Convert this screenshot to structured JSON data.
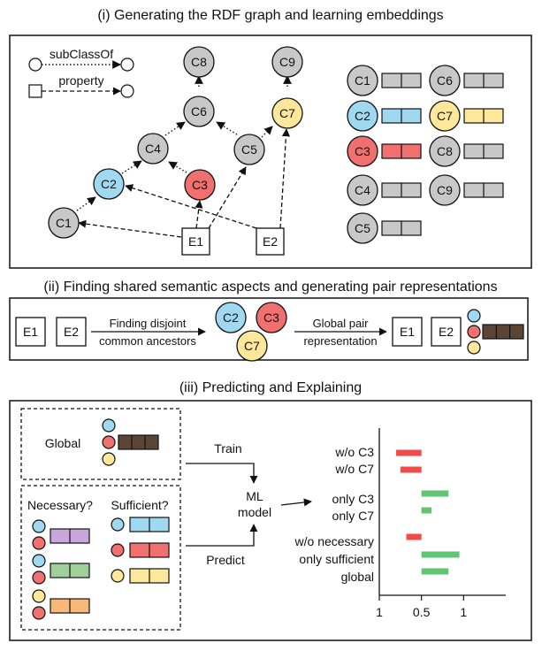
{
  "section1": {
    "title": "(i) Generating the RDF graph and learning embeddings",
    "legend": {
      "subclass_label": "subClassOf",
      "property_label": "property"
    },
    "nodes": {
      "c1": "C1",
      "c2": "C2",
      "c3": "C3",
      "c4": "C4",
      "c5": "C5",
      "c6": "C6",
      "c7": "C7",
      "c8": "C8",
      "c9": "C9",
      "e1": "E1",
      "e2": "E2"
    },
    "embedding_labels": [
      "C1",
      "C6",
      "C2",
      "C7",
      "C3",
      "C8",
      "C4",
      "C9",
      "C5"
    ]
  },
  "section2": {
    "title": "(ii) Finding shared semantic aspects and generating pair representations",
    "e1": "E1",
    "e2": "E2",
    "step1_line1": "Finding disjoint",
    "step1_line2": "common ancestors",
    "ancestors": [
      "C2",
      "C3",
      "C7"
    ],
    "step2_line1": "Global pair",
    "step2_line2": "representation",
    "e1_out": "E1",
    "e2_out": "E2"
  },
  "section3": {
    "title": "(iii) Predicting and Explaining",
    "global_label": "Global",
    "necessary_label": "Necessary?",
    "sufficient_label": "Sufficient?",
    "train_label": "Train",
    "predict_label": "Predict",
    "model_line1": "ML",
    "model_line2": "model",
    "bar_labels": [
      "w/o C3",
      "w/o C7",
      "only C3",
      "only C7",
      "w/o necessary",
      "only sufficient",
      "global"
    ],
    "axis_ticks": [
      "1",
      "0.5",
      "1"
    ]
  },
  "colors": {
    "gray": "#c8c8c8",
    "blue": "#9fd8f0",
    "red": "#f07070",
    "yellow": "#fde79a",
    "brown": "#5b4636",
    "purple": "#c8a8dc",
    "green": "#9fd09a",
    "orange": "#f7b87a",
    "bar_red": "#f04a4a",
    "bar_green": "#5fc572",
    "label_green": "#7cc96a",
    "label_purple": "#b594d6",
    "label_red": "#f04a4a",
    "label_yellow": "#f5d57a"
  },
  "chart_data": {
    "type": "bar",
    "orientation": "horizontal",
    "categories": [
      "w/o C3",
      "w/o C7",
      "only C3",
      "only C7",
      "w/o necessary",
      "only sufficient",
      "global"
    ],
    "bars": [
      [
        -0.3,
        0.0
      ],
      [
        -0.25,
        0.0
      ],
      [
        0.0,
        0.32
      ],
      [
        0.0,
        0.12
      ],
      [
        -0.18,
        0.0
      ],
      [
        0.0,
        0.45
      ],
      [
        0.0,
        0.32
      ]
    ],
    "xlim": [
      -0.5,
      1.0
    ],
    "xticks": [
      -0.5,
      0.0,
      0.5
    ],
    "xtick_labels": [
      "1",
      "0.5",
      "1"
    ]
  }
}
